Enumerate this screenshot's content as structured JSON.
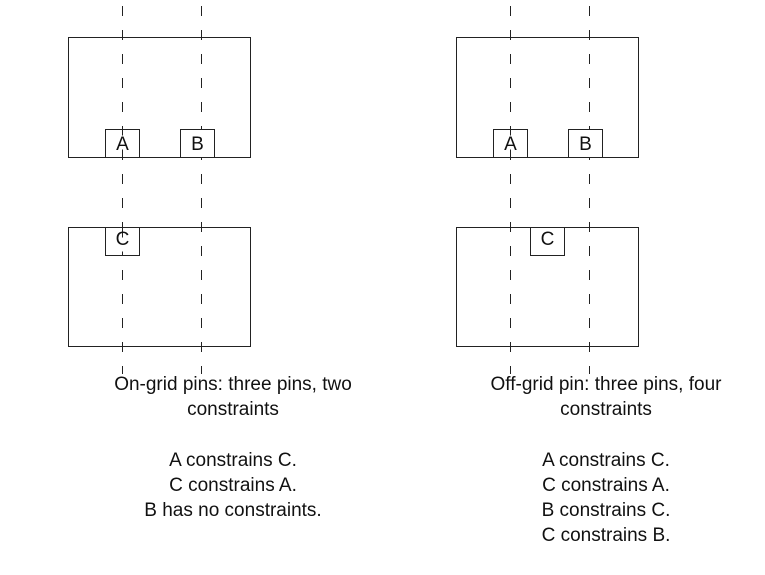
{
  "left_panel": {
    "pins": [
      "A",
      "B",
      "C"
    ],
    "caption_line1": "On-grid pins: three pins, two",
    "caption_line2": "constraints",
    "notes": [
      "A constrains C.",
      "C constrains A.",
      "B has no constraints."
    ]
  },
  "right_panel": {
    "pins": [
      "A",
      "B",
      "C"
    ],
    "caption_line1": "Off-grid pin: three pins, four",
    "caption_line2": "constraints",
    "notes": [
      "A constrains C.",
      "C constrains A.",
      "B constrains C.",
      "C constrains B."
    ]
  }
}
